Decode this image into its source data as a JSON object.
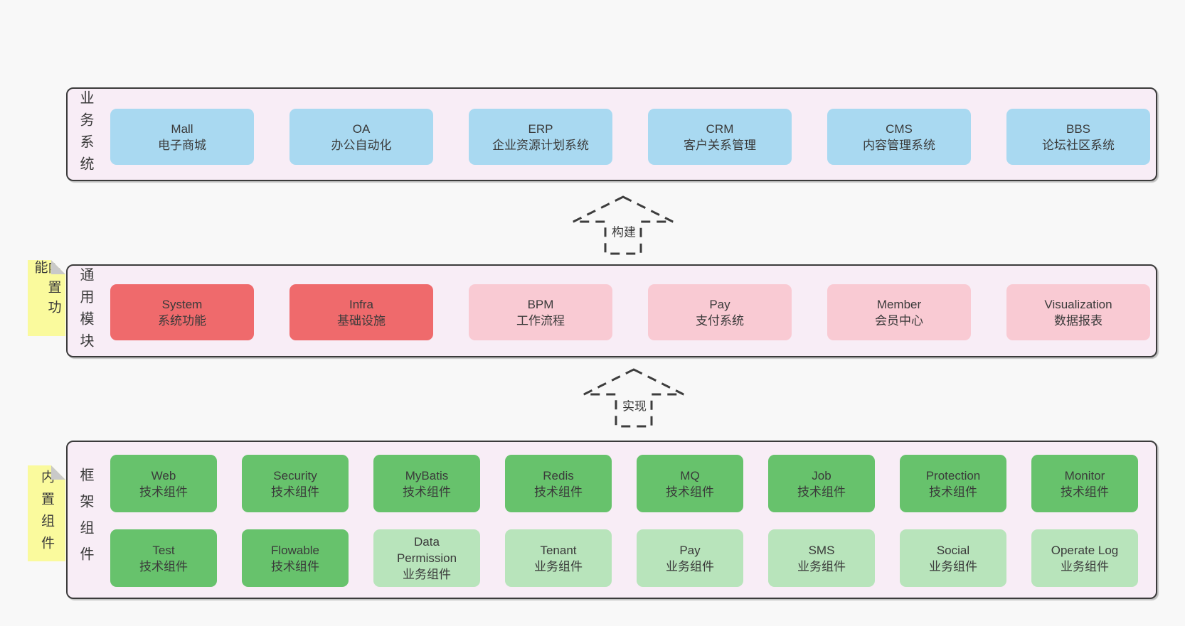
{
  "colors": {
    "page_bg": "#f8f8f8",
    "panel_bg": "#f8edf6",
    "panel_border": "#3b3b3b",
    "blue": "#a9d9f1",
    "red": "#ef6a6c",
    "pink": "#f9cad3",
    "green": "#67c26c",
    "green_light": "#b8e4bb",
    "note_yellow": "#fafa9d",
    "note_fold": "#c9c9c9",
    "text": "#3a3a3a"
  },
  "sections": [
    {
      "label": "业务系统",
      "rows": [
        [
          {
            "title": "Mall",
            "subtitle": "电子商城",
            "variant": "blue"
          },
          {
            "title": "OA",
            "subtitle": "办公自动化",
            "variant": "blue"
          },
          {
            "title": "ERP",
            "subtitle": "企业资源计划系统",
            "variant": "blue"
          },
          {
            "title": "CRM",
            "subtitle": "客户关系管理",
            "variant": "blue"
          },
          {
            "title": "CMS",
            "subtitle": "内容管理系统",
            "variant": "blue"
          },
          {
            "title": "BBS",
            "subtitle": "论坛社区系统",
            "variant": "blue"
          }
        ]
      ]
    },
    {
      "label": "通用模块",
      "rows": [
        [
          {
            "title": "System",
            "subtitle": "系统功能",
            "variant": "red"
          },
          {
            "title": "Infra",
            "subtitle": "基础设施",
            "variant": "red"
          },
          {
            "title": "BPM",
            "subtitle": "工作流程",
            "variant": "pink"
          },
          {
            "title": "Pay",
            "subtitle": "支付系统",
            "variant": "pink"
          },
          {
            "title": "Member",
            "subtitle": "会员中心",
            "variant": "pink"
          },
          {
            "title": "Visualization",
            "subtitle": "数据报表",
            "variant": "pink"
          }
        ]
      ]
    },
    {
      "label": "框架组件",
      "rows": [
        [
          {
            "title": "Web",
            "subtitle": "技术组件",
            "variant": "green"
          },
          {
            "title": "Security",
            "subtitle": "技术组件",
            "variant": "green"
          },
          {
            "title": "MyBatis",
            "subtitle": "技术组件",
            "variant": "green"
          },
          {
            "title": "Redis",
            "subtitle": "技术组件",
            "variant": "green"
          },
          {
            "title": "MQ",
            "subtitle": "技术组件",
            "variant": "green"
          },
          {
            "title": "Job",
            "subtitle": "技术组件",
            "variant": "green"
          },
          {
            "title": "Protection",
            "subtitle": "技术组件",
            "variant": "green"
          },
          {
            "title": "Monitor",
            "subtitle": "技术组件",
            "variant": "green"
          }
        ],
        [
          {
            "title": "Test",
            "subtitle": "技术组件",
            "variant": "green"
          },
          {
            "title": "Flowable",
            "subtitle": "技术组件",
            "variant": "green"
          },
          {
            "title": "Data\nPermission",
            "subtitle": "业务组件",
            "variant": "green-light"
          },
          {
            "title": "Tenant",
            "subtitle": "业务组件",
            "variant": "green-light"
          },
          {
            "title": "Pay",
            "subtitle": "业务组件",
            "variant": "green-light"
          },
          {
            "title": "SMS",
            "subtitle": "业务组件",
            "variant": "green-light"
          },
          {
            "title": "Social",
            "subtitle": "业务组件",
            "variant": "green-light"
          },
          {
            "title": "Operate Log",
            "subtitle": "业务组件",
            "variant": "green-light"
          }
        ]
      ]
    }
  ],
  "notes": [
    {
      "label": "内置功能"
    },
    {
      "label": "内置组件"
    }
  ],
  "arrows": [
    {
      "label": "构建"
    },
    {
      "label": "实现"
    }
  ]
}
